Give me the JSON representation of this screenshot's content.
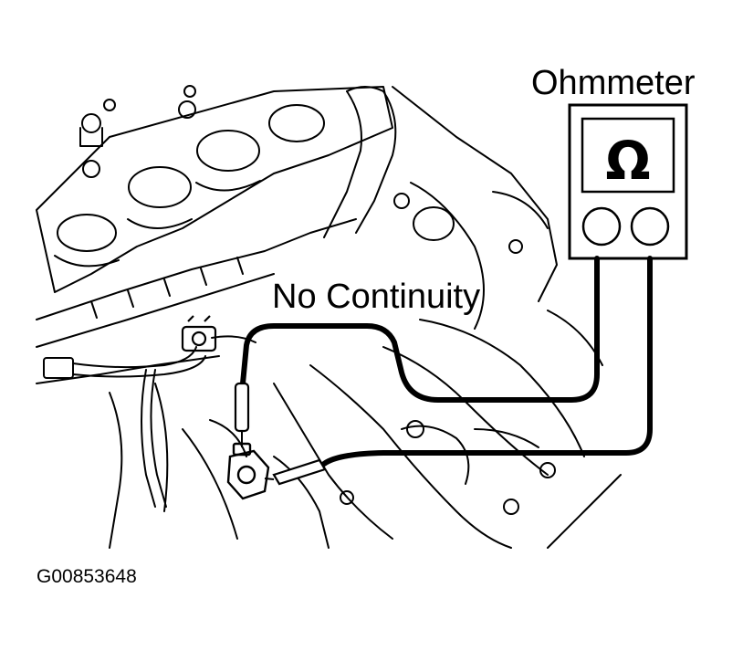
{
  "meter": {
    "label": "Ohmmeter",
    "symbol": "Ω"
  },
  "result": {
    "label": "No Continuity"
  },
  "figure": {
    "id": "G00853648"
  },
  "colors": {
    "ink": "#000000",
    "paper": "#ffffff"
  },
  "icons": [
    "ohm-symbol-icon",
    "knock-sensor-connector-icon",
    "harness-clip-icon"
  ]
}
